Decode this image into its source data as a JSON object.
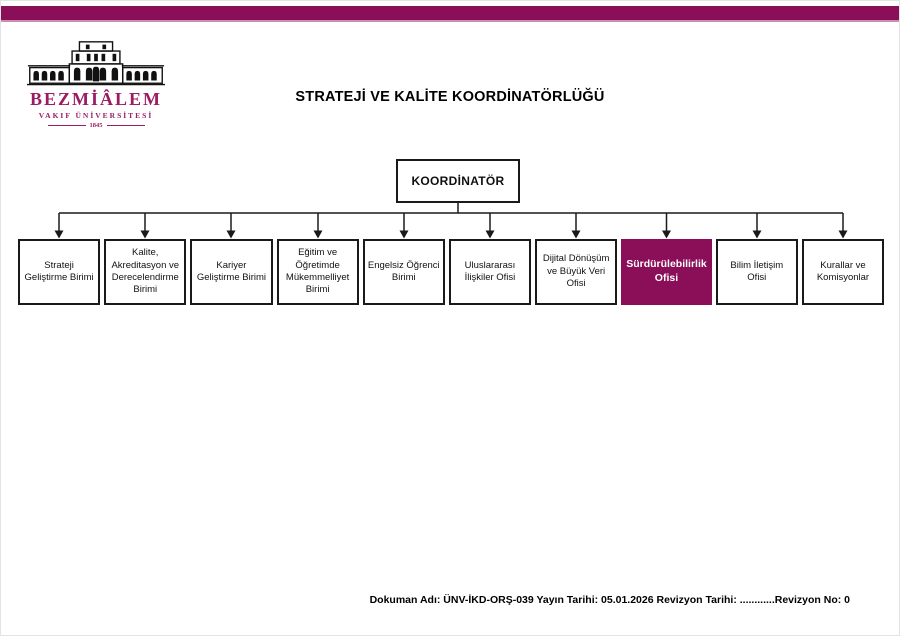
{
  "colors": {
    "accent": "#8A0E58",
    "accent_light": "#C98FB2",
    "logo_color": "#9B1B65",
    "line_color": "#1A1A1A"
  },
  "logo": {
    "name": "BEZMİÂLEM",
    "subtitle": "VAKIF ÜNİVERSİTESİ",
    "year": "1845"
  },
  "title": "STRATEJİ VE KALİTE KOORDİNATÖRLÜĞÜ",
  "org_chart": {
    "root": "KOORDİNATÖR",
    "units": [
      {
        "label": "Strateji Geliştirme Birimi",
        "highlight": false
      },
      {
        "label": "Kalite, Akreditasyon ve Derecelendirme Birimi",
        "highlight": false
      },
      {
        "label": "Kariyer Geliştirme Birimi",
        "highlight": false
      },
      {
        "label": "Eğitim ve Öğretimde Mükemmelliyet Birimi",
        "highlight": false
      },
      {
        "label": "Engelsiz Öğrenci Birimi",
        "highlight": false
      },
      {
        "label": "Uluslararası İlişkiler Ofisi",
        "highlight": false
      },
      {
        "label": "Dijital Dönüşüm ve Büyük Veri Ofisi",
        "highlight": false
      },
      {
        "label": "Sürdürülebilirlik Ofisi",
        "highlight": true
      },
      {
        "label": "Bilim İletişim Ofisi",
        "highlight": false
      },
      {
        "label": "Kurallar ve Komisyonlar",
        "highlight": false
      }
    ]
  },
  "footer": {
    "text": "Dokuman Adı: ÜNV-İKD-ORŞ-039 Yayın Tarihi: 05.01.2026 Revizyon Tarihi: ............Revizyon No: 0"
  }
}
